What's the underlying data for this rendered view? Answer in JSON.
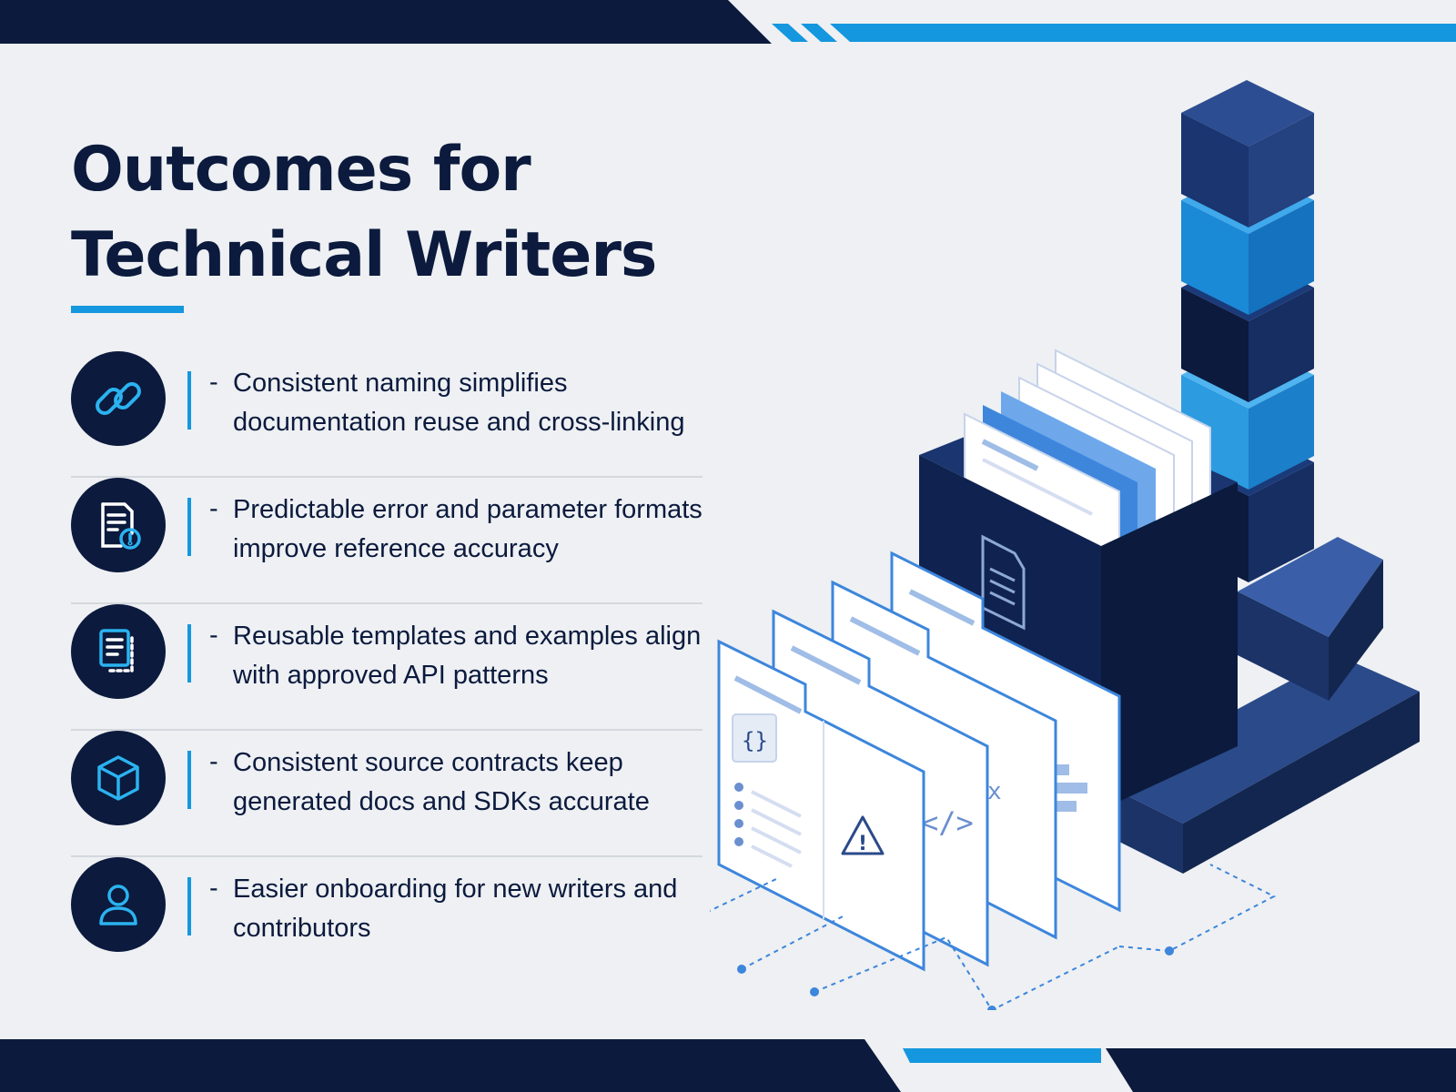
{
  "heading": {
    "line1": "Outcomes for",
    "line2": "Technical Writers"
  },
  "colors": {
    "navy": "#0b1a3d",
    "accent": "#1497de",
    "background": "#eef0f3"
  },
  "items": [
    {
      "icon": "link-icon",
      "text": "Consistent naming simplifies documentation reuse and cross-linking"
    },
    {
      "icon": "document-alert-icon",
      "text": "Predictable error and parameter formats improve reference accuracy"
    },
    {
      "icon": "template-icon",
      "text": "Reusable templates and examples align with approved API patterns"
    },
    {
      "icon": "cube-icon",
      "text": "Consistent source contracts keep generated docs and SDKs accurate"
    },
    {
      "icon": "user-icon",
      "text": "Easier onboarding for new writers and contributors"
    }
  ],
  "illustration": {
    "code_glyph": "{}",
    "markup_glyph": "</>",
    "warning_glyph": "!"
  }
}
